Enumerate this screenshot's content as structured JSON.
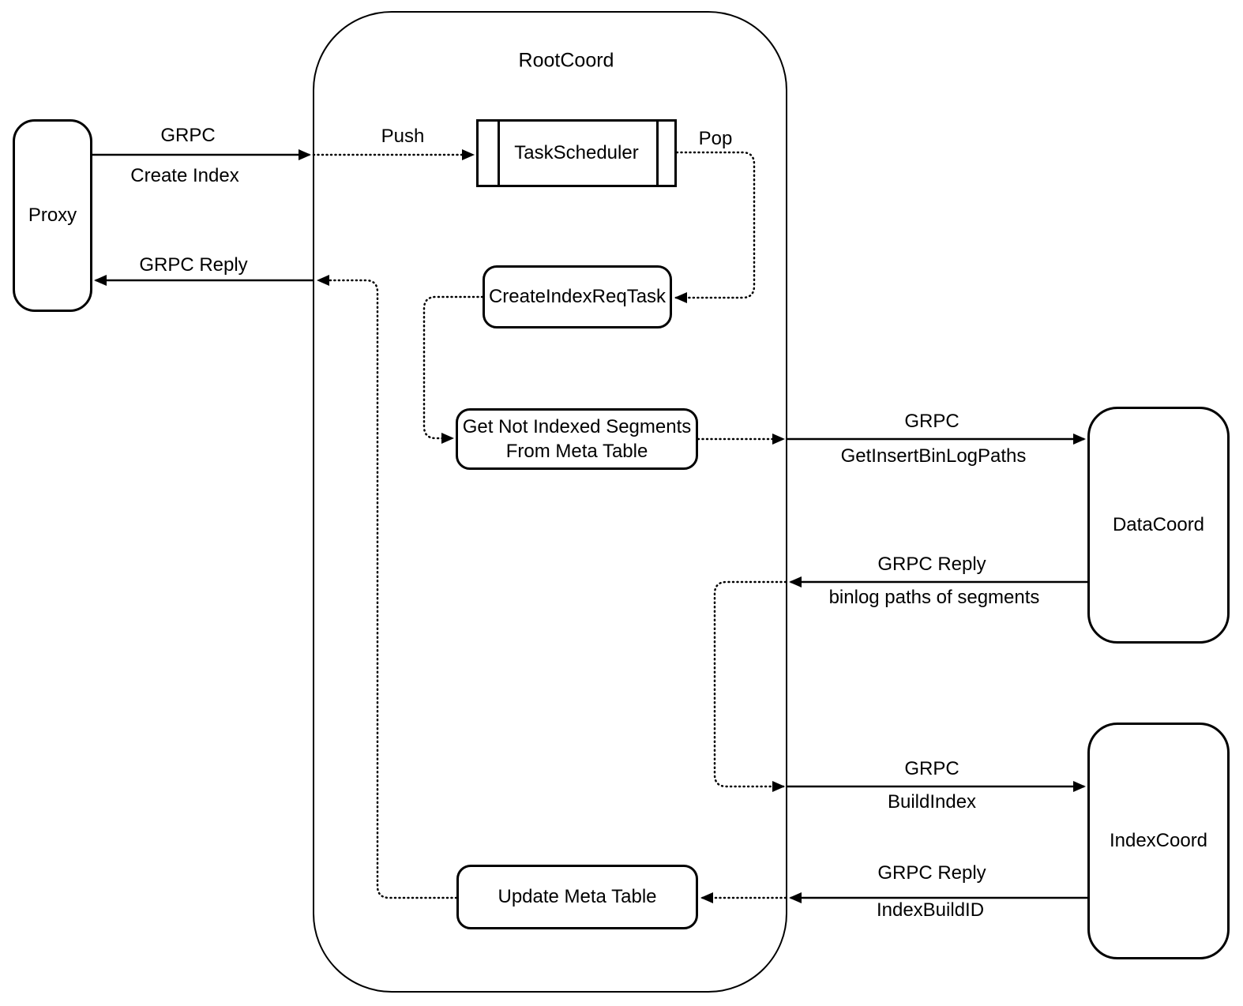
{
  "colors": {
    "background": "#ffffff",
    "stroke": "#000000",
    "text": "#000000"
  },
  "nodes": {
    "proxy": {
      "label": "Proxy"
    },
    "rootcoord": {
      "label": "RootCoord"
    },
    "task_scheduler": {
      "label": "TaskScheduler"
    },
    "create_index_req_task": {
      "label": "CreateIndexReqTask"
    },
    "get_not_indexed_segments": {
      "label_line1": "Get Not Indexed Segments",
      "label_line2": "From Meta Table"
    },
    "update_meta_table": {
      "label": "Update Meta Table"
    },
    "datacoord": {
      "label": "DataCoord"
    },
    "indexcoord": {
      "label": "IndexCoord"
    }
  },
  "edges": {
    "proxy_to_rootcoord": {
      "protocol": "GRPC",
      "message": "Create Index"
    },
    "rootcoord_to_proxy": {
      "protocol": "GRPC Reply"
    },
    "push": {
      "label": "Push"
    },
    "pop": {
      "label": "Pop"
    },
    "rootcoord_to_datacoord": {
      "protocol": "GRPC",
      "message": "GetInsertBinLogPaths"
    },
    "datacoord_to_rootcoord": {
      "protocol": "GRPC Reply",
      "message": "binlog paths of segments"
    },
    "rootcoord_to_indexcoord": {
      "protocol": "GRPC",
      "message": "BuildIndex"
    },
    "indexcoord_to_rootcoord": {
      "protocol": "GRPC Reply",
      "message": "IndexBuildID"
    }
  }
}
